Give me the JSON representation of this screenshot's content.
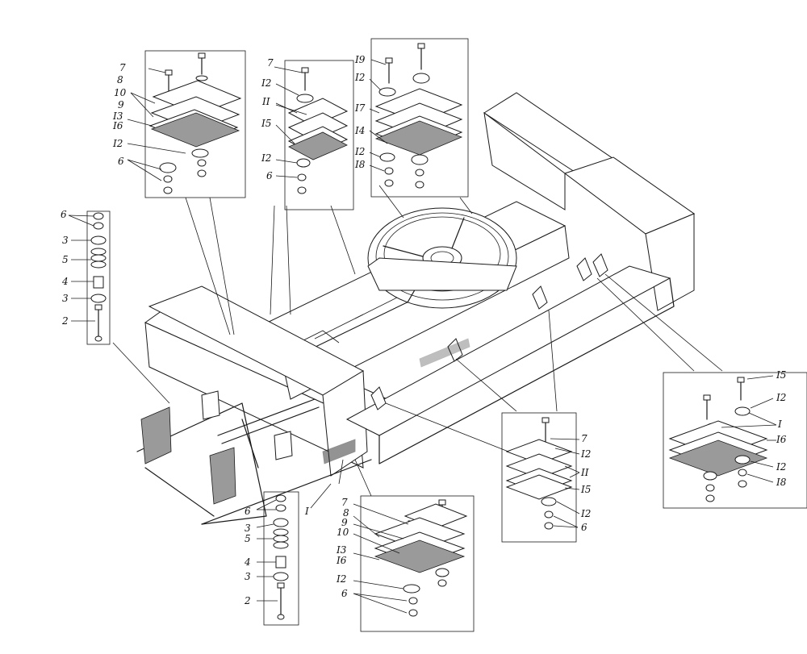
{
  "labels": {
    "tl_7": "7",
    "tl_8": "8",
    "tl_10": "10",
    "tl_9": "9",
    "tl_13": "I3",
    "tl_16": "I6",
    "tl_12": "I2",
    "tl_6": "6",
    "tm_7": "7",
    "tm_12a": "I2",
    "tm_11": "II",
    "tm_15": "I5",
    "tm_12b": "I2",
    "tm_6": "6",
    "tr_19": "I9",
    "tr_12a": "I2",
    "tr_17": "I7",
    "tr_14": "I4",
    "tr_12b": "I2",
    "tr_18": "I8",
    "ls_6": "6",
    "ls_3a": "3",
    "ls_5": "5",
    "ls_4": "4",
    "ls_3b": "3",
    "ls_2": "2",
    "bs_6": "6",
    "bs_3a": "3",
    "bs_5": "5",
    "bs_4": "4",
    "bs_3b": "3",
    "bs_2": "2",
    "frame_1": "I",
    "bm_7": "7",
    "bm_8": "8",
    "bm_9": "9",
    "bm_10": "10",
    "bm_13": "I3",
    "bm_16": "I6",
    "bm_12": "I2",
    "bm_6": "6",
    "rm_7": "7",
    "rm_12a": "I2",
    "rm_11": "II",
    "rm_15": "I5",
    "rm_12b": "I2",
    "rm_6": "6",
    "fr_15": "I5",
    "fr_12a": "I2",
    "fr_1a": "I",
    "fr_16": "I6",
    "fr_12b": "I2",
    "fr_18": "I8"
  }
}
